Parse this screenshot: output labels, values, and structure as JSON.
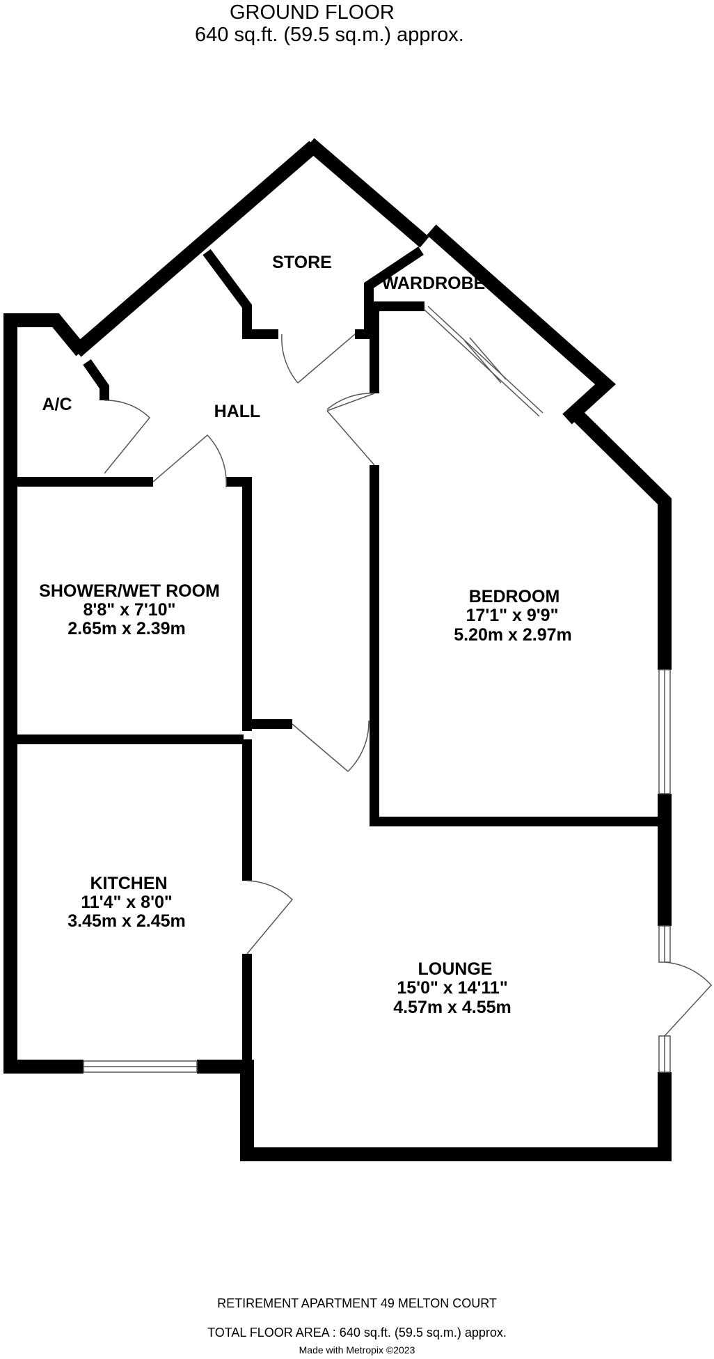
{
  "header": {
    "floor_title": "GROUND FLOOR",
    "floor_area": "640 sq.ft. (59.5 sq.m.) approx."
  },
  "rooms": {
    "store": {
      "name": "STORE"
    },
    "wardrobe": {
      "name": "WARDROBE"
    },
    "ac": {
      "name": "A/C"
    },
    "hall": {
      "name": "HALL"
    },
    "shower": {
      "name": "SHOWER/WET ROOM",
      "imperial": "8'8\"  x 7'10\"",
      "metric": "2.65m  x 2.39m"
    },
    "bedroom": {
      "name": "BEDROOM",
      "imperial": "17'1\"  x 9'9\"",
      "metric": "5.20m  x 2.97m"
    },
    "kitchen": {
      "name": "KITCHEN",
      "imperial": "11'4\"  x 8'0\"",
      "metric": "3.45m  x 2.45m"
    },
    "lounge": {
      "name": "LOUNGE",
      "imperial": "15'0\"  x 14'11\"",
      "metric": "4.57m  x 4.55m"
    }
  },
  "footer": {
    "property": "RETIREMENT APARTMENT 49 MELTON COURT",
    "total_area": "TOTAL FLOOR AREA : 640 sq.ft. (59.5 sq.m.) approx.",
    "credit": "Made with Metropix ©2023"
  },
  "colors": {
    "wall": "#000000",
    "background": "#ffffff",
    "fixture": "#555555"
  }
}
